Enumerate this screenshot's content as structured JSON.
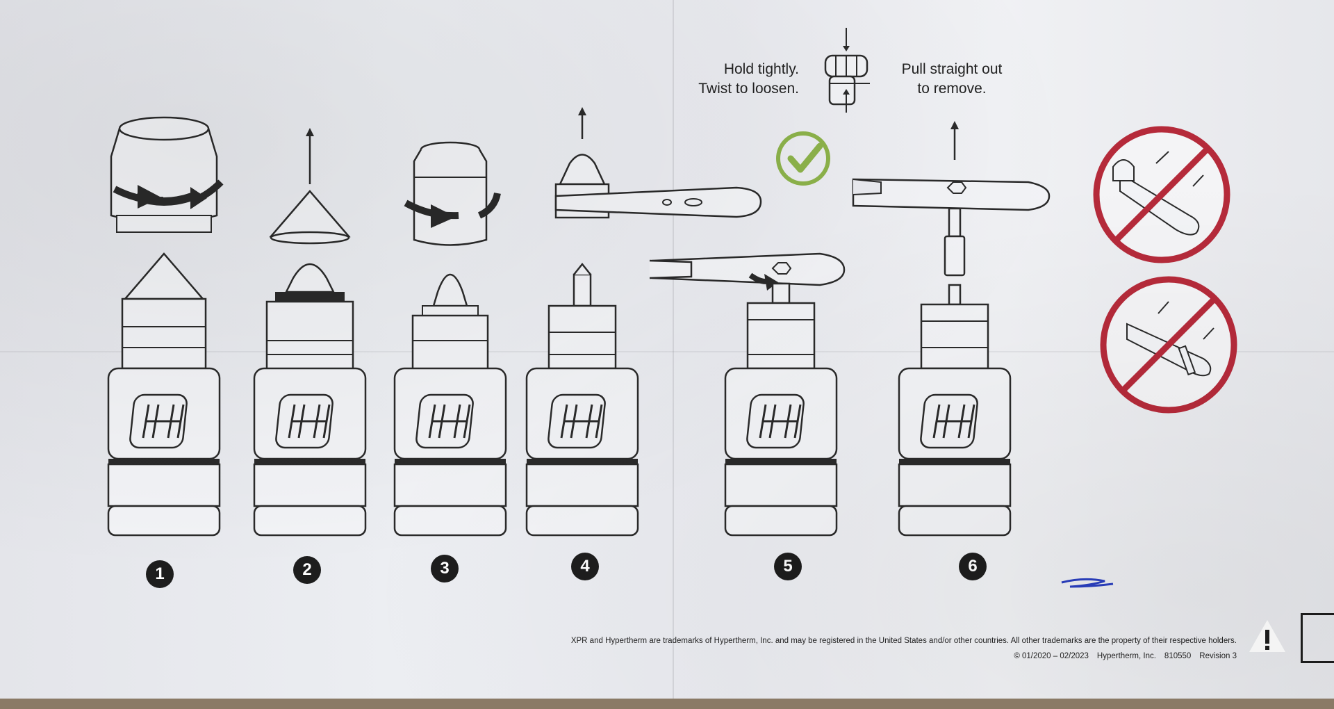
{
  "instructions": {
    "left": [
      "Hold tightly.",
      "Twist to loosen."
    ],
    "right": [
      "Pull straight out",
      "to remove."
    ]
  },
  "steps": [
    "1",
    "2",
    "3",
    "4",
    "5",
    "6"
  ],
  "footer": {
    "trademark": "XPR and Hypertherm are trademarks of Hypertherm, Inc. and may be registered in the United States and/or other countries. All other trademarks are the property of their respective holders.",
    "copyright": "© 01/2020 – 02/2023",
    "company": "Hypertherm, Inc.",
    "part_number": "810550",
    "revision": "Revision 3"
  },
  "colors": {
    "line": "#2a2a2a",
    "check_green": "#8cb24a",
    "prohibit_red": "#b52a3a",
    "ink_blue": "#2a3fbf"
  },
  "icons": [
    "hand-grip-icon",
    "green-check-icon",
    "prohibited-icon",
    "warning-icon",
    "manual-book-icon",
    "rotate-arrow-icon",
    "up-arrow-icon"
  ]
}
